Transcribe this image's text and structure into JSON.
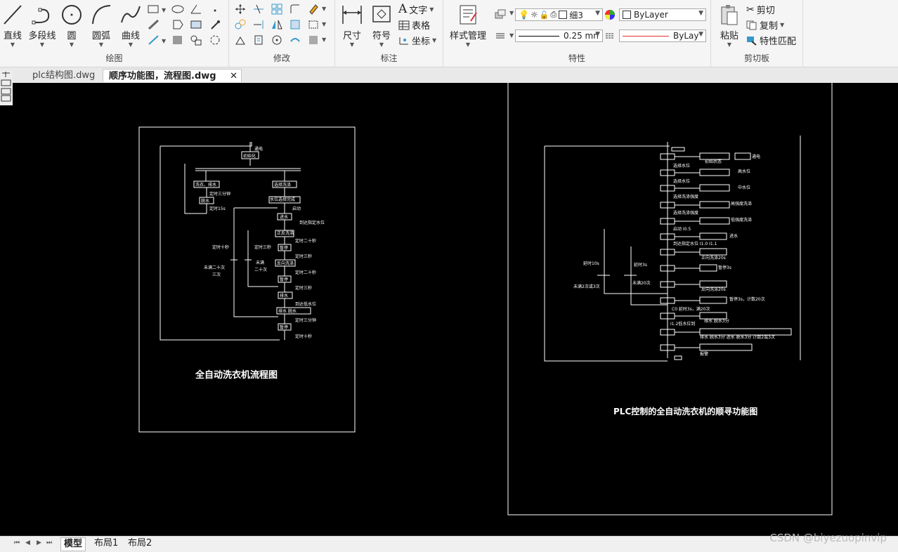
{
  "ribbon": {
    "draw": {
      "label": "绘图",
      "line": "直线",
      "polyline": "多段线",
      "circle": "圆",
      "arc": "圆弧",
      "curve": "曲线"
    },
    "modify": {
      "label": "修改"
    },
    "annotate": {
      "label": "标注",
      "dimension": "尺寸",
      "symbol": "符号",
      "text": "文字",
      "table": "表格",
      "coordinate": "坐标"
    },
    "properties": {
      "label": "特性",
      "style_manager": "样式管理",
      "layer_value": "细3",
      "color_value": "ByLayer",
      "lineweight_value": "0.25 mn",
      "linetype_value": "ByLay"
    },
    "clipboard": {
      "label": "剪切板",
      "paste": "粘贴",
      "cut": "剪切",
      "copy": "复制",
      "match": "特性匹配"
    }
  },
  "tabs": [
    {
      "label": "plc结构图.dwg",
      "active": false
    },
    {
      "label": "顺序功能图，流程图.dwg",
      "active": true
    }
  ],
  "layout_tabs": [
    "模型",
    "布局1",
    "布局2"
  ],
  "drawing": {
    "left_title": "全自动洗衣机流程图",
    "right_title": "PLC控制的全自动洗衣机的顺寻功能图"
  },
  "watermark": "CSDN @biyezuopinvip",
  "colors": {
    "ribbon_bg": "#f5f5f5",
    "canvas_bg": "#000000",
    "drawing_line": "#ffffff",
    "linetype_red": "#e03030"
  }
}
